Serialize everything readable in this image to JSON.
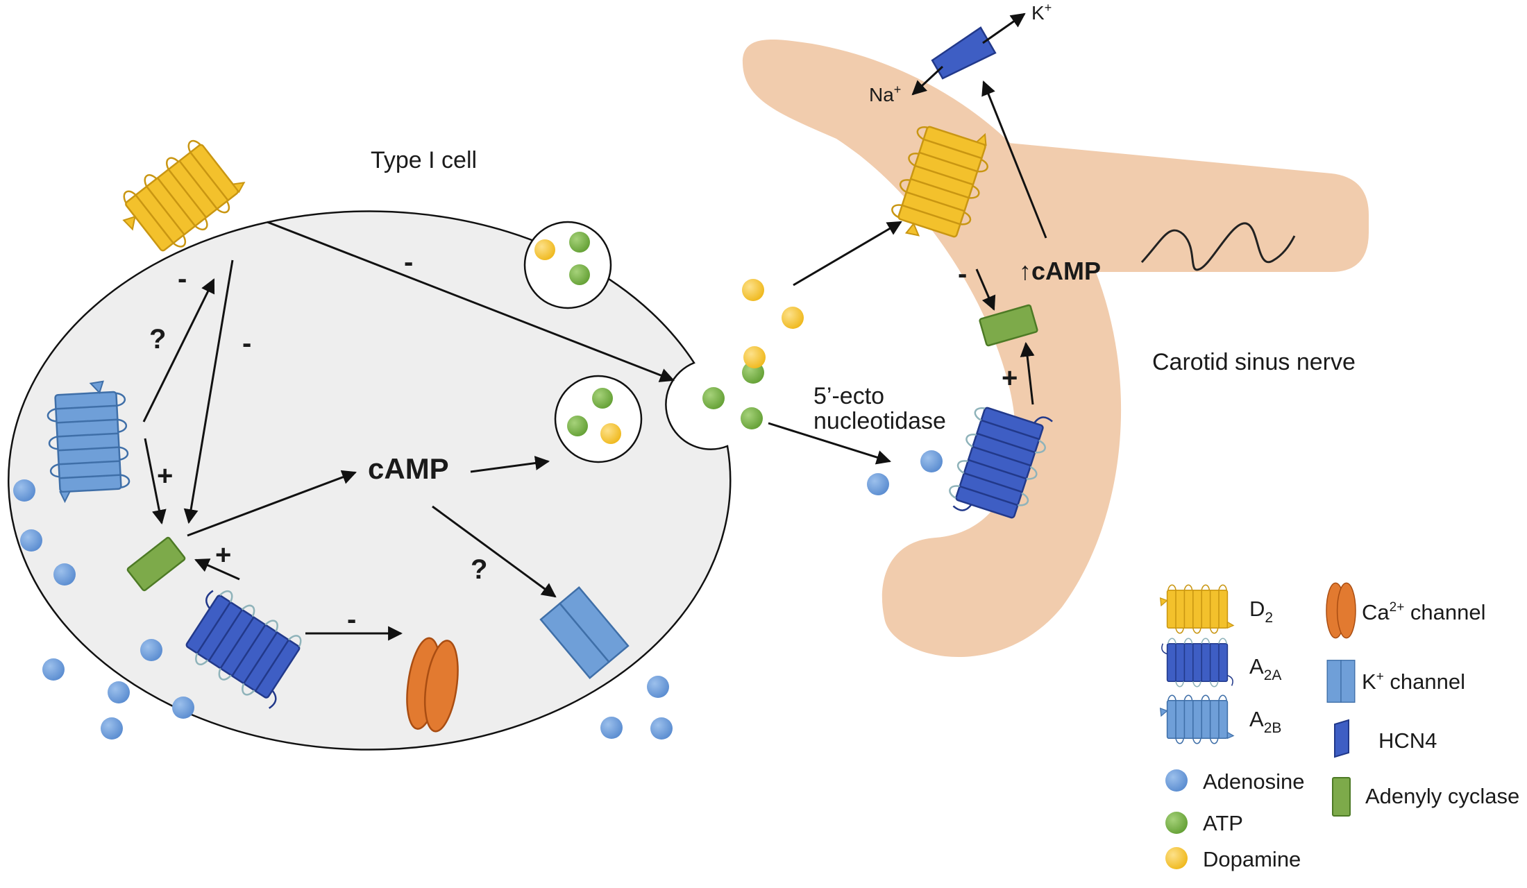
{
  "labels": {
    "type1_cell": "Type I cell",
    "camp": "cAMP",
    "camp_up": "↑cAMP",
    "carotid_sinus_nerve": "Carotid sinus nerve",
    "ecto_line1": "5’-ecto",
    "ecto_line2": "nucleotidase",
    "na": "Na",
    "na_sup": "+",
    "k": "K",
    "k_sup": "+"
  },
  "symbols": {
    "minus": "-",
    "plus": "+",
    "question": "?"
  },
  "legend": {
    "d2": {
      "base": "D",
      "sub": "2"
    },
    "a2a": {
      "base": "A",
      "sub": "2A"
    },
    "a2b": {
      "base": "A",
      "sub": "2B"
    },
    "adenosine": "Adenosine",
    "atp": "ATP",
    "dopamine": "Dopamine",
    "ca_channel": {
      "pre": "Ca",
      "sup": "2+",
      "post": " channel"
    },
    "k_channel": {
      "pre": "K",
      "sup": "+",
      "post": " channel"
    },
    "hcn4": "HCN4",
    "adenylyl_cyclase": "Adenyly cyclase"
  },
  "colors": {
    "cell_fill": "#eeeeee",
    "nerve_fill": "#f1ccad",
    "d2_yellow": "#f3c12c",
    "d2_stroke": "#c99612",
    "a2a_blue": "#3e5ec4",
    "a2a_stroke": "#22398a",
    "a2b_blue": "#6f9fd8",
    "a2b_stroke": "#3f6fa8",
    "adenosine": "#6a9ddc",
    "atp": "#76b042",
    "dopamine": "#f2c12a",
    "ca_orange": "#e27a30",
    "k_channel": "#6f9fd8",
    "adenylyl_green": "#7daa4a"
  }
}
